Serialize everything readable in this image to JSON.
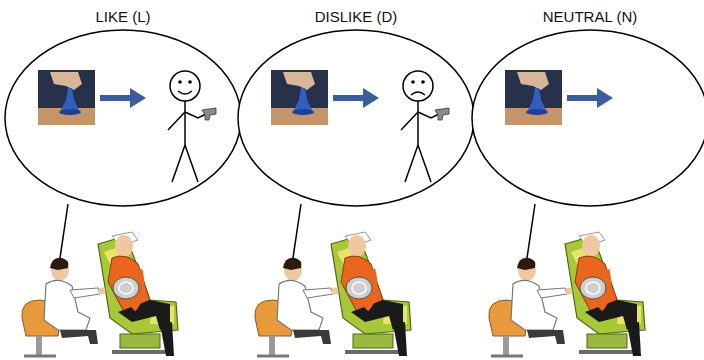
{
  "diagram": {
    "labels": [
      "LIKE (L)",
      "DISLIKE (D)",
      "NEUTRAL (N)"
    ]
  }
}
